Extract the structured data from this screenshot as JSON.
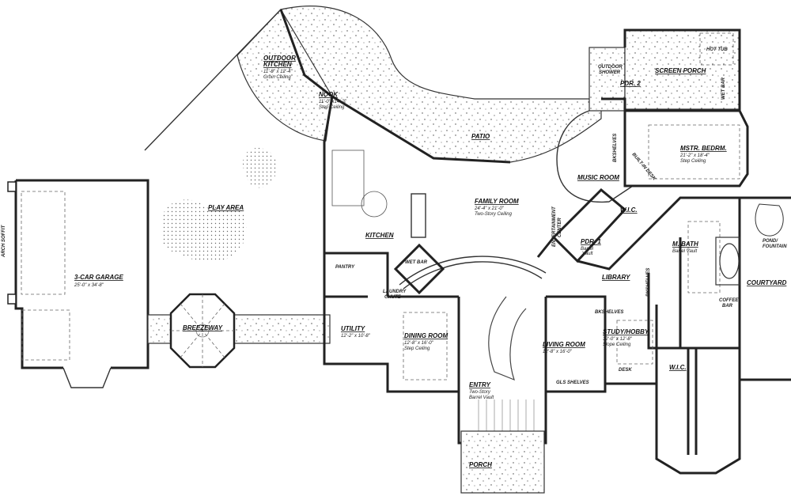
{
  "plan": {
    "rooms": {
      "outdoor_kitchen": {
        "name1": "OUTDOOR",
        "name2": "KITCHEN",
        "dims": "11'-8\" x 12'-4\"",
        "ceiling": "Groin Ceiling"
      },
      "nook": {
        "name": "NOOK",
        "dims": "11'-0\" x14'-2\"",
        "ceiling": "Step Ceiling"
      },
      "patio": {
        "name": "PATIO"
      },
      "screen_porch": {
        "name": "SCREEN PORCH"
      },
      "hot_tub": {
        "name": "HOT TUB"
      },
      "outdoor_shower": {
        "name1": "OUTDOOR",
        "name2": "SHOWER"
      },
      "pdr2": {
        "name": "PDR. 2"
      },
      "wet_bar_porch": {
        "name": "WET BAR"
      },
      "master_bedroom": {
        "name": "MSTR. BEDRM.",
        "dims": "21'-2\" x 18'-4\"",
        "ceiling": "Step Ceiling"
      },
      "bkshelves_music": {
        "name": "BKSHELVES"
      },
      "built_in_desk": {
        "name": "BUILT-IN DESK"
      },
      "music_room": {
        "name": "MUSIC ROOM"
      },
      "play_area": {
        "name": "PLAY AREA"
      },
      "family_room": {
        "name": "FAMILY ROOM",
        "dims": "24'-4\" x 21'-0\"",
        "ceiling": "Two-Story Ceiling"
      },
      "kitchen": {
        "name": "KITCHEN"
      },
      "wic_upper": {
        "name": "W.I.C."
      },
      "entertainment_center": {
        "name1": "ENTERTAINMENT",
        "name2": "CENTER"
      },
      "pdr1": {
        "name": "PDR. 1",
        "ceiling1": "Barrel",
        "ceiling2": "Vault"
      },
      "master_bath": {
        "name": "M. BATH",
        "ceiling": "Barrel Vault"
      },
      "pond": {
        "name1": "POND/",
        "name2": "FOUNTAIN"
      },
      "courtyard": {
        "name": "COURTYARD"
      },
      "wet_bar": {
        "name": "WET BAR"
      },
      "pantry": {
        "name": "PANTRY"
      },
      "laundry_chute": {
        "name1": "LAUNDRY",
        "name2": "CHUTE"
      },
      "library": {
        "name": "LIBRARY"
      },
      "bkshelves_library": {
        "name": "BKSHELVES"
      },
      "garage": {
        "name": "3-CAR GARAGE",
        "dims": "25'-0\" x 34'-8\""
      },
      "arch_soffit": {
        "name": "ARCH SOFFIT"
      },
      "breezeway": {
        "name": "BREEZEWAY"
      },
      "bkshelves_study": {
        "name": "BKSHELVES"
      },
      "coffee_bar": {
        "name1": "COFFEE",
        "name2": "BAR"
      },
      "study": {
        "name": "STUDY/HOBBY",
        "dims": "12'-0\" x 12'-8\"",
        "ceiling": "Slope Ceiling"
      },
      "utility": {
        "name": "UTILITY",
        "dims": "12'-2\" x 10'-8\""
      },
      "dining_room": {
        "name": "DINING ROOM",
        "dims": "12'-8\" x 16'-0\"",
        "ceiling": "Step Ceiling"
      },
      "living_room": {
        "name": "LIVING ROOM",
        "dims": "12'-8\" x 16'-0\""
      },
      "wic_lower": {
        "name": "W.I.C."
      },
      "desk": {
        "name": "DESK"
      },
      "gls_shelves": {
        "name": "GLS SHELVES"
      },
      "entry": {
        "name": "ENTRY",
        "ceiling1": "Two-Story",
        "ceiling2": "Barrel Vault"
      },
      "porch": {
        "name": "PORCH"
      }
    }
  }
}
